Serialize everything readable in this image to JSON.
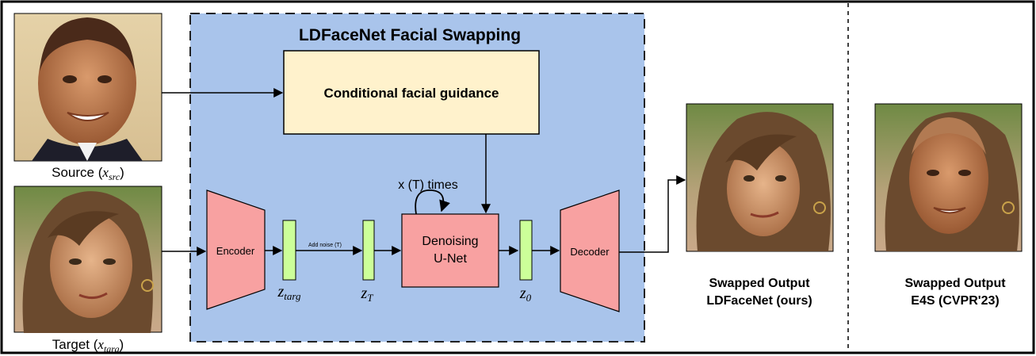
{
  "main": {
    "title": "LDFaceNet Facial Swapping",
    "guidance_label": "Conditional facial guidance",
    "loop_label": "x (T) times",
    "encoder_label": "Encoder",
    "noise_label": "Add noise (T)",
    "unet_label_line1": "Denoising",
    "unet_label_line2": "U-Net",
    "decoder_label": "Decoder",
    "latents": {
      "z_targ": {
        "base": "z",
        "sub": "targ"
      },
      "z_T": {
        "base": "z",
        "sub": "T"
      },
      "z_0": {
        "base": "z",
        "sub": "0"
      }
    }
  },
  "inputs": {
    "source_caption": {
      "prefix": "Source (",
      "var": "x",
      "sub": "src",
      "suffix": ")"
    },
    "target_caption": {
      "prefix": "Target (",
      "var": "x",
      "sub": "targ",
      "suffix": ")"
    }
  },
  "outputs": {
    "ours_line1": "Swapped Output",
    "ours_line2": "LDFaceNet (ours)",
    "e4s_line1": "Swapped Output",
    "e4s_line2": "E4S (CVPR'23)"
  },
  "colors": {
    "panel_blue": "#a9c4eb",
    "guidance_fill": "#fff2cc",
    "block_pink": "#f8a1a1",
    "latent_green": "#ccff99"
  },
  "icons": {
    "source_image": "portrait-man-photo",
    "target_image": "portrait-woman-photo",
    "output_ours_image": "swapped-face-photo",
    "output_e4s_image": "swapped-face-photo"
  }
}
